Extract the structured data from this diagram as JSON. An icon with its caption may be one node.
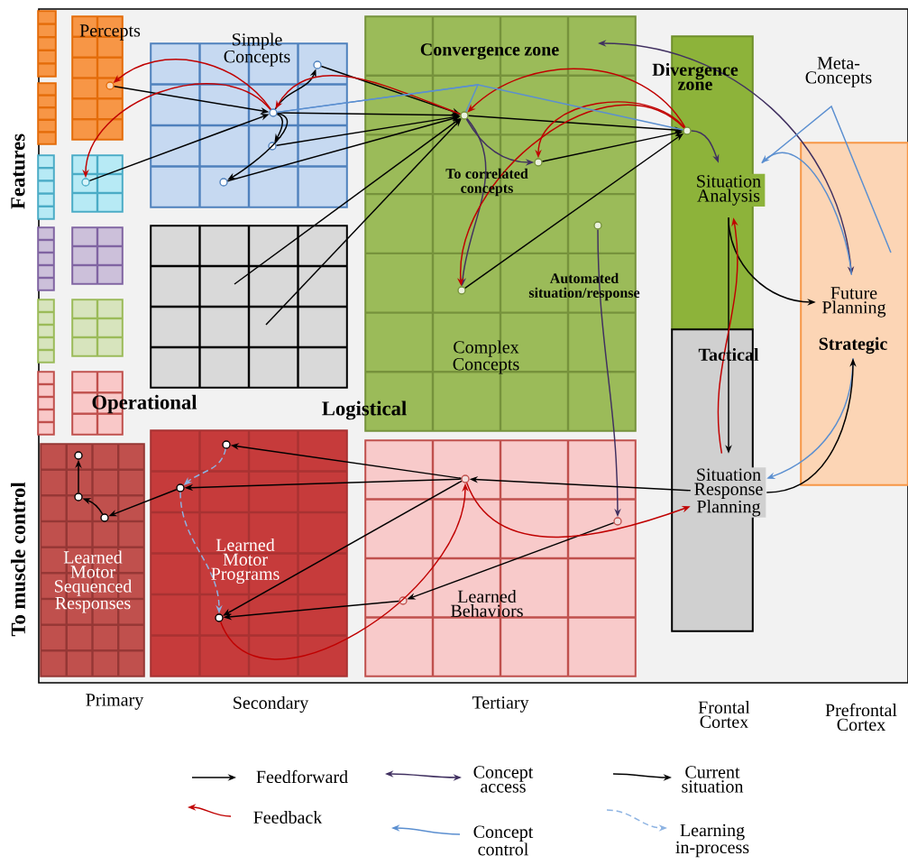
{
  "diagram": {
    "nodes": [
      {
        "text": [],
        "shape": "box"
      },
      {
        "text": [],
        "shape": "box"
      },
      {
        "text": [],
        "shape": "box"
      },
      {
        "text": [],
        "shape": "box"
      },
      {
        "text": [],
        "shape": "box"
      },
      {
        "text": [],
        "shape": "box"
      },
      {
        "text": [
          "Percepts"
        ]
      },
      {
        "text": [],
        "shape": "box"
      },
      {
        "text": [],
        "shape": "box"
      },
      {
        "text": [],
        "shape": "box"
      },
      {
        "text": [],
        "shape": "box"
      },
      {
        "text": [
          "Simple Concepts"
        ]
      },
      {
        "text": [],
        "shape": "box"
      },
      {
        "text": [
          "Convergence zone",
          "To correlated concepts",
          "Automated situation/response",
          "Complex Concepts"
        ]
      },
      {
        "text": [
          "Divergence zone"
        ]
      },
      {
        "text": [
          "Situation Analysis"
        ],
        "in": 14
      },
      {
        "text": [
          "Tactical"
        ]
      },
      {
        "text": [
          "Situation Response Planning"
        ],
        "in": 16
      },
      {
        "text": [],
        "shape": "box"
      },
      {
        "text": [
          "Future Planning"
        ],
        "in": 18
      },
      {
        "text": [
          "Strategic"
        ],
        "in": 18
      },
      {
        "text": [
          "Learned Motor Sequenced Responses"
        ]
      },
      {
        "text": [
          "Learned Motor Programs"
        ]
      },
      {
        "text": [
          "Learned Behaviors"
        ]
      },
      {
        "text": [],
        "shape": "circle",
        "in": 6
      },
      {
        "text": [],
        "shape": "circle",
        "in": 7
      },
      {
        "text": [],
        "shape": "circle",
        "in": 11
      },
      {
        "text": [],
        "shape": "circle",
        "in": 11
      },
      {
        "text": [],
        "shape": "circle",
        "in": 11
      },
      {
        "text": [],
        "shape": "circle",
        "in": 11
      },
      {
        "text": [],
        "shape": "circle",
        "in": 13
      },
      {
        "text": [],
        "shape": "circle",
        "in": 13
      },
      {
        "text": [],
        "shape": "circle",
        "in": 13
      },
      {
        "text": [],
        "shape": "circle",
        "in": 13
      },
      {
        "text": [],
        "shape": "circle",
        "in": 14
      },
      {
        "text": [],
        "shape": "circle",
        "in": 23
      },
      {
        "text": [],
        "shape": "circle",
        "in": 23
      },
      {
        "text": [],
        "shape": "circle",
        "in": 23
      },
      {
        "text": [],
        "shape": "circle",
        "in": 22
      },
      {
        "text": [],
        "shape": "circle",
        "in": 22
      },
      {
        "text": [],
        "shape": "circle",
        "in": 22
      },
      {
        "text": [],
        "shape": "circle",
        "in": 21
      },
      {
        "text": [],
        "shape": "circle",
        "in": 21
      },
      {
        "text": [],
        "shape": "circle",
        "in": 21
      }
    ],
    "edges": [
      {
        "from": 24,
        "to": 26,
        "arrow": "to"
      },
      {
        "from": 25,
        "to": 26,
        "arrow": "to"
      },
      {
        "from": 26,
        "to": 27,
        "arrow": "to"
      },
      {
        "from": 26,
        "to": 28,
        "arrow": "to"
      },
      {
        "from": 26,
        "to": 29,
        "arrow": "to"
      },
      {
        "from": 27,
        "to": 30,
        "arrow": "to"
      },
      {
        "from": 26,
        "to": 30,
        "arrow": "to"
      },
      {
        "from": 28,
        "to": 30,
        "arrow": "to"
      },
      {
        "from": 29,
        "to": 30,
        "arrow": "to"
      },
      {
        "from": 12,
        "to": 30,
        "arrow": "to"
      },
      {
        "from": 12,
        "to": 30,
        "arrow": "to"
      },
      {
        "from": 30,
        "to": 34,
        "arrow": "to"
      },
      {
        "from": 31,
        "to": 34,
        "arrow": "to"
      },
      {
        "from": 32,
        "to": 34,
        "arrow": "to"
      },
      {
        "from": 30,
        "to": 31,
        "arrow": "to",
        "color": "#403060"
      },
      {
        "from": 30,
        "to": 32,
        "arrow": "to",
        "color": "#403060"
      },
      {
        "from": 26,
        "to": 24,
        "arrow": "to",
        "color": "#c00000"
      },
      {
        "from": 26,
        "to": 25,
        "arrow": "to",
        "color": "#c00000"
      },
      {
        "from": 30,
        "to": 26,
        "arrow": "to",
        "color": "#c00000"
      },
      {
        "from": 34,
        "to": 30,
        "arrow": "to",
        "color": "#c00000"
      },
      {
        "from": 34,
        "to": 31,
        "arrow": "to",
        "color": "#c00000"
      },
      {
        "from": 34,
        "to": 32,
        "arrow": "to",
        "color": "#c00000"
      },
      {
        "from": 26,
        "to": 30,
        "arrow": "none",
        "color": "#5b8fd0"
      },
      {
        "from": 26,
        "to": 34,
        "arrow": "none",
        "color": "#5b8fd0"
      },
      {
        "from": 13,
        "to": 19,
        "arrow": "both",
        "color": "#403060"
      },
      {
        "from": 34,
        "to": 15,
        "arrow": "to",
        "color": "#403060"
      },
      {
        "from": 19,
        "to": 15,
        "arrow": "to",
        "color": "#5b8fd0"
      },
      {
        "from": 15,
        "to": 18,
        "arrow": "none",
        "color": "#5b8fd0"
      },
      {
        "from": 15,
        "to": 19,
        "arrow": "to"
      },
      {
        "from": 15,
        "to": 17,
        "arrow": "to"
      },
      {
        "from": 17,
        "to": 15,
        "arrow": "to",
        "color": "#c00000"
      },
      {
        "from": 20,
        "to": 17,
        "arrow": "to",
        "color": "#5b8fd0"
      },
      {
        "from": 17,
        "to": 20,
        "arrow": "to"
      },
      {
        "from": 33,
        "to": 36,
        "arrow": "to",
        "color": "#403060"
      },
      {
        "from": 17,
        "to": 35,
        "arrow": "to"
      },
      {
        "from": 35,
        "to": 38,
        "arrow": "to"
      },
      {
        "from": 35,
        "to": 39,
        "arrow": "to"
      },
      {
        "from": 35,
        "to": 40,
        "arrow": "to"
      },
      {
        "from": 36,
        "to": 37,
        "arrow": "to"
      },
      {
        "from": 37,
        "to": 40,
        "arrow": "to"
      },
      {
        "from": 40,
        "to": 35,
        "arrow": "to",
        "color": "#c00000"
      },
      {
        "from": 35,
        "to": 17,
        "arrow": "to",
        "color": "#c00000"
      },
      {
        "from": 39,
        "to": 43,
        "arrow": "to"
      },
      {
        "from": 43,
        "to": 42,
        "arrow": "to"
      },
      {
        "from": 42,
        "to": 41,
        "arrow": "to"
      },
      {
        "from": 38,
        "to": 39,
        "arrow": "to",
        "style": "dashed",
        "color": "#8db3e2"
      },
      {
        "from": 39,
        "to": 40,
        "arrow": "to",
        "style": "dashed",
        "color": "#8db3e2"
      }
    ],
    "labels": [
      "Meta-Concepts",
      "Features",
      "Operational",
      "Logistical",
      "To muscle control",
      "Primary",
      "Secondary",
      "Tertiary",
      "Frontal Cortex",
      "Prefrontal Cortex"
    ],
    "legend": [
      {
        "text": "Feedforward"
      },
      {
        "text": "Concept access"
      },
      {
        "text": "Current situation"
      },
      {
        "text": "Feedback"
      },
      {
        "text": "Concept control"
      },
      {
        "text": "Learning in-process"
      }
    ]
  }
}
